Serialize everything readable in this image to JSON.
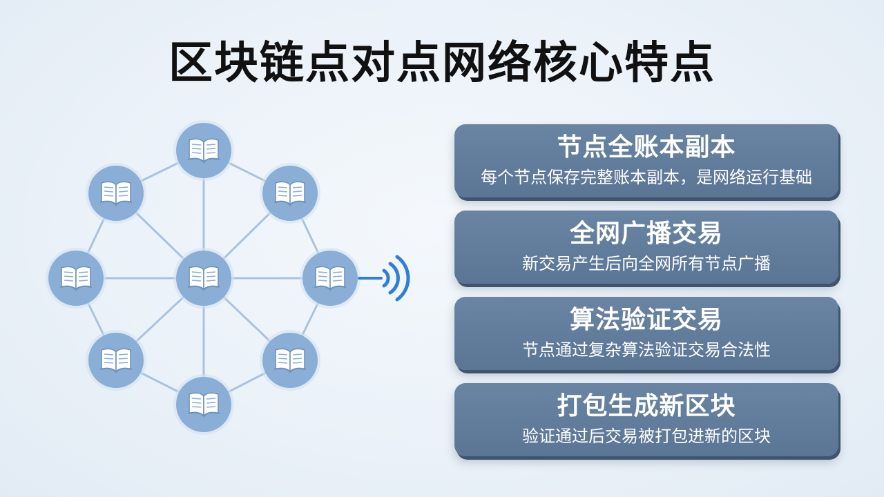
{
  "title": "区块链点对点网络核心特点",
  "colors": {
    "node": "#8aaed6",
    "node_border": "#cfe0f2",
    "edge": "#a9c3df",
    "signal": "#2f7fd9",
    "card": "#647e9e"
  },
  "network": {
    "node_icon": "open-book-icon",
    "signal_icon": "wifi-signal-icon",
    "nodes": [
      {
        "id": "top"
      },
      {
        "id": "upper-left"
      },
      {
        "id": "upper-right"
      },
      {
        "id": "left"
      },
      {
        "id": "center"
      },
      {
        "id": "right"
      },
      {
        "id": "lower-left"
      },
      {
        "id": "lower-right"
      },
      {
        "id": "bottom"
      }
    ],
    "edges": [
      [
        "top",
        "upper-left"
      ],
      [
        "top",
        "upper-right"
      ],
      [
        "top",
        "center"
      ],
      [
        "upper-left",
        "left"
      ],
      [
        "upper-left",
        "center"
      ],
      [
        "upper-right",
        "right"
      ],
      [
        "upper-right",
        "center"
      ],
      [
        "left",
        "center"
      ],
      [
        "right",
        "center"
      ],
      [
        "left",
        "lower-left"
      ],
      [
        "right",
        "lower-right"
      ],
      [
        "lower-left",
        "center"
      ],
      [
        "lower-right",
        "center"
      ],
      [
        "lower-left",
        "bottom"
      ],
      [
        "lower-right",
        "bottom"
      ],
      [
        "bottom",
        "center"
      ]
    ]
  },
  "features": [
    {
      "title": "节点全账本副本",
      "desc": "每个节点保存完整账本副本，是网络运行基础"
    },
    {
      "title": "全网广播交易",
      "desc": "新交易产生后向全网所有节点广播"
    },
    {
      "title": "算法验证交易",
      "desc": "节点通过复杂算法验证交易合法性"
    },
    {
      "title": "打包生成新区块",
      "desc": "验证通过后交易被打包进新的区块"
    }
  ]
}
